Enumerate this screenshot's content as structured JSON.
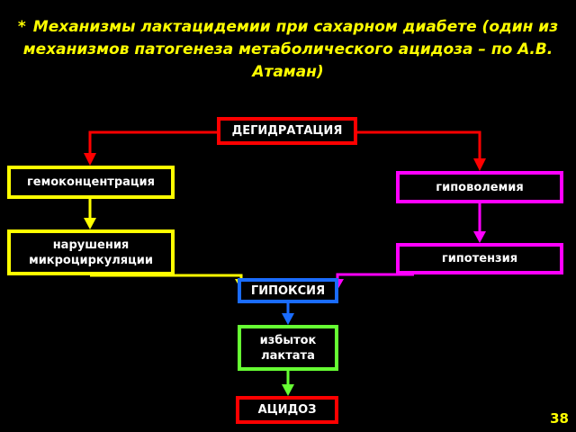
{
  "title": {
    "star": "*",
    "text": "Механизмы лактацидемии при сахарном диабете (один из механизмов патогенеза метаболического ацидоза – по А.В. Атаман)"
  },
  "nodes": {
    "dehydration": {
      "label": "ДЕГИДРАТАЦИЯ",
      "color": "#ff0000"
    },
    "hemoconcentration": {
      "label": "гемоконцентрация",
      "color": "#ffff00"
    },
    "microcirculation": {
      "label": "нарушения микроциркуляции",
      "color": "#ffff00"
    },
    "hypovolemia": {
      "label": "гиповолемия",
      "color": "#ff00ff"
    },
    "hypotension": {
      "label": "гипотензия",
      "color": "#ff00ff"
    },
    "hypoxia": {
      "label": "ГИПОКСИЯ",
      "color": "#1a6cff"
    },
    "lactate": {
      "label": "избыток лактата",
      "color": "#66ff33"
    },
    "acidosis": {
      "label": "АЦИДОЗ",
      "color": "#ff0000"
    }
  },
  "edge_colors": {
    "red": "#ff0000",
    "yellow": "#ffff00",
    "magenta": "#ff00ff",
    "blue": "#1a6cff",
    "green": "#66ff33"
  },
  "page_number": "38"
}
